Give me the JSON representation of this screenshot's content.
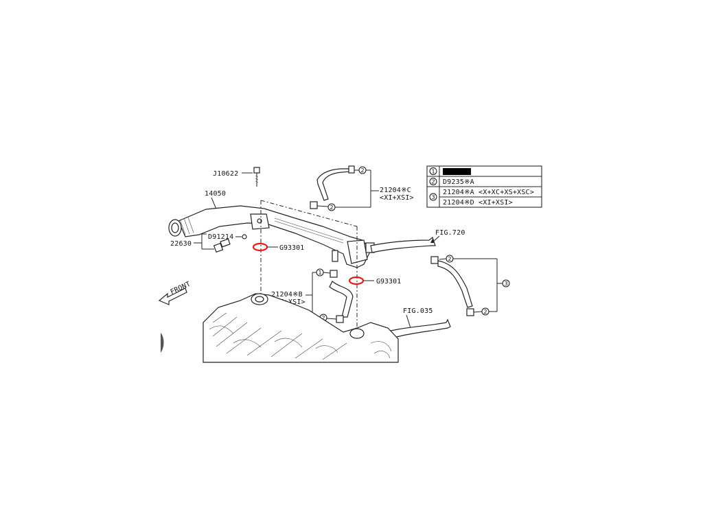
{
  "labels": {
    "j10622": "J10622",
    "p14050": "14050",
    "d91214": "D91214",
    "p22630": "22630",
    "g93301_left": "G93301",
    "g93301_right": "G93301",
    "p21204c": "21204※C",
    "p21204c_variant": "<XI+XSI>",
    "p21204b": "21204※B",
    "p21204b_variant": "<XI+XSI>",
    "fig720": "FIG.720",
    "fig035": "FIG.035",
    "front": "FRONT"
  },
  "callouts": {
    "one": "1",
    "two": "2",
    "three": "3"
  },
  "legend": {
    "rows": [
      {
        "key": "1",
        "text": ""
      },
      {
        "key": "2",
        "text": "D9235※A"
      },
      {
        "key": "3",
        "text": "21204※A <X+XC+XS+XSC>"
      },
      {
        "key": "3",
        "text": "21204※D <XI+XSI>"
      }
    ]
  },
  "colors": {
    "highlight": "#e0201c",
    "ink": "#222222",
    "redacted": "#000000"
  }
}
